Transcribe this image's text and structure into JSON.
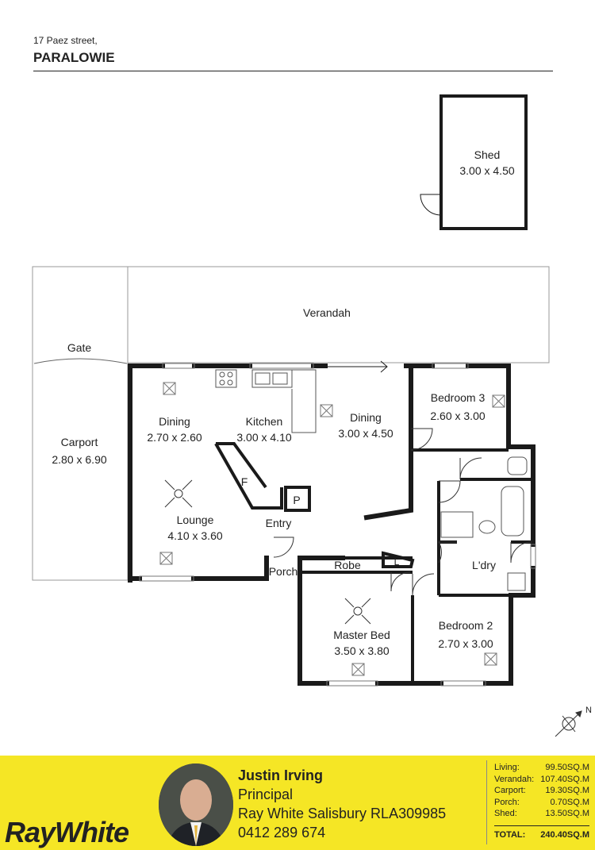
{
  "header": {
    "street": "17 Paez street,",
    "suburb": "PARALOWIE"
  },
  "rooms": {
    "shed": {
      "name": "Shed",
      "size": "3.00 x 4.50"
    },
    "verandah": {
      "name": "Verandah"
    },
    "gate": {
      "name": "Gate"
    },
    "carport": {
      "name": "Carport",
      "size": "2.80 x 6.90"
    },
    "dining1": {
      "name": "Dining",
      "size": "2.70 x 2.60"
    },
    "kitchen": {
      "name": "Kitchen",
      "size": "3.00 x 4.10"
    },
    "dining2": {
      "name": "Dining",
      "size": "3.00 x 4.50"
    },
    "bedroom3": {
      "name": "Bedroom 3",
      "size": "2.60 x 3.00"
    },
    "lounge": {
      "name": "Lounge",
      "size": "4.10 x 3.60"
    },
    "fridge": {
      "name": "F"
    },
    "pantry": {
      "name": "P"
    },
    "entry": {
      "name": "Entry"
    },
    "porch": {
      "name": "Porch"
    },
    "robe": {
      "name": "Robe"
    },
    "linen": {
      "name": "L"
    },
    "laundry": {
      "name": "L'dry"
    },
    "master": {
      "name": "Master Bed",
      "size": "3.50 x 3.80"
    },
    "bedroom2": {
      "name": "Bedroom 2",
      "size": "2.70 x 3.00"
    },
    "north": {
      "name": "N"
    }
  },
  "footer": {
    "brand": "RayWhite",
    "agent_name": "Justin Irving",
    "agent_title": "Principal",
    "agency": "Ray White Salisbury RLA309985",
    "phone": "0412 289 674",
    "areas": [
      {
        "label": "Living:",
        "value": "99.50SQ.M"
      },
      {
        "label": "Verandah:",
        "value": "107.40SQ.M"
      },
      {
        "label": "Carport:",
        "value": "19.30SQ.M"
      },
      {
        "label": "Porch:",
        "value": "0.70SQ.M"
      },
      {
        "label": "Shed:",
        "value": "13.50SQ.M"
      }
    ],
    "total_label": "TOTAL:",
    "total_value": "240.40SQ.M"
  },
  "colors": {
    "footer_bg": "#f5e625",
    "wall": "#1a1a1a"
  }
}
